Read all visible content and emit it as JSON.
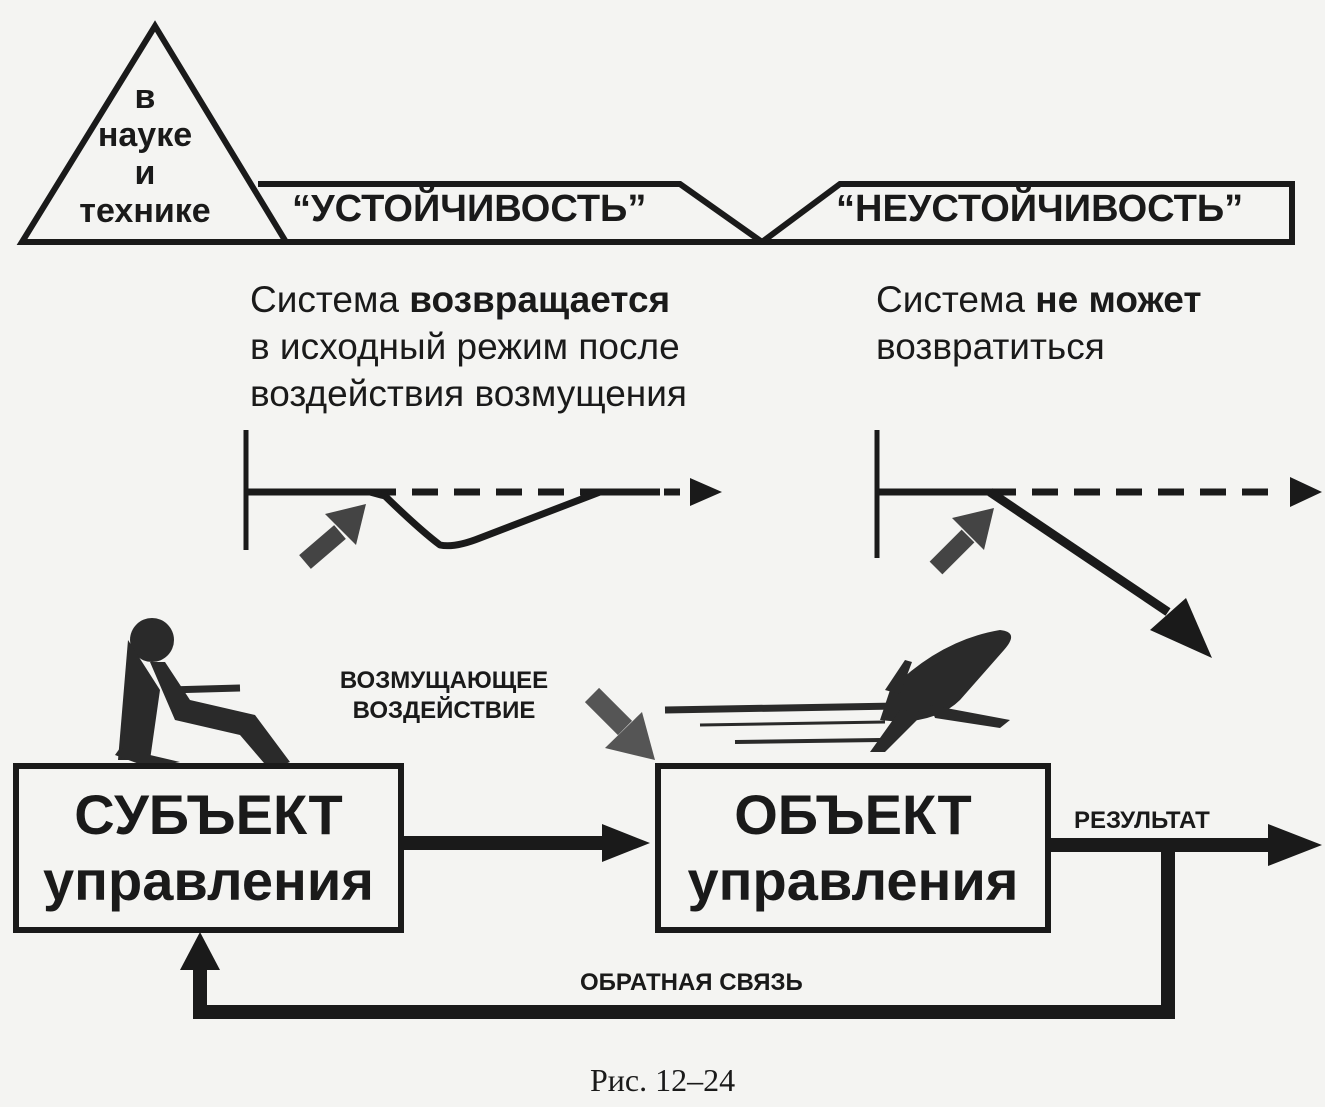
{
  "triangle": {
    "lines": [
      "в",
      "науке",
      "и",
      "технике"
    ]
  },
  "stability_label": "“УСТОЙЧИВОСТЬ”",
  "instability_label": "“НЕУСТОЙЧИВОСТЬ”",
  "stable_desc": {
    "line1_prefix": "Система ",
    "line1_bold": "возвращается",
    "line2": "в исходный режим после",
    "line3": "воздействия возмущения"
  },
  "unstable_desc": {
    "line1_prefix": "Система ",
    "line1_bold": "не может",
    "line2": "возвратиться"
  },
  "disturbance_label": [
    "ВОЗМУЩАЮЩЕЕ",
    "ВОЗДЕЙСТВИЕ"
  ],
  "subject_box": [
    "СУБЪЕКТ",
    "управления"
  ],
  "object_box": [
    "ОБЪЕКТ",
    "управления"
  ],
  "result_label": "РЕЗУЛЬТАТ",
  "feedback_label": "ОБРАТНАЯ СВЯЗЬ",
  "caption": "Рис. 12–24",
  "colors": {
    "ink": "#1a1a1a",
    "background": "#f4f4f2"
  }
}
